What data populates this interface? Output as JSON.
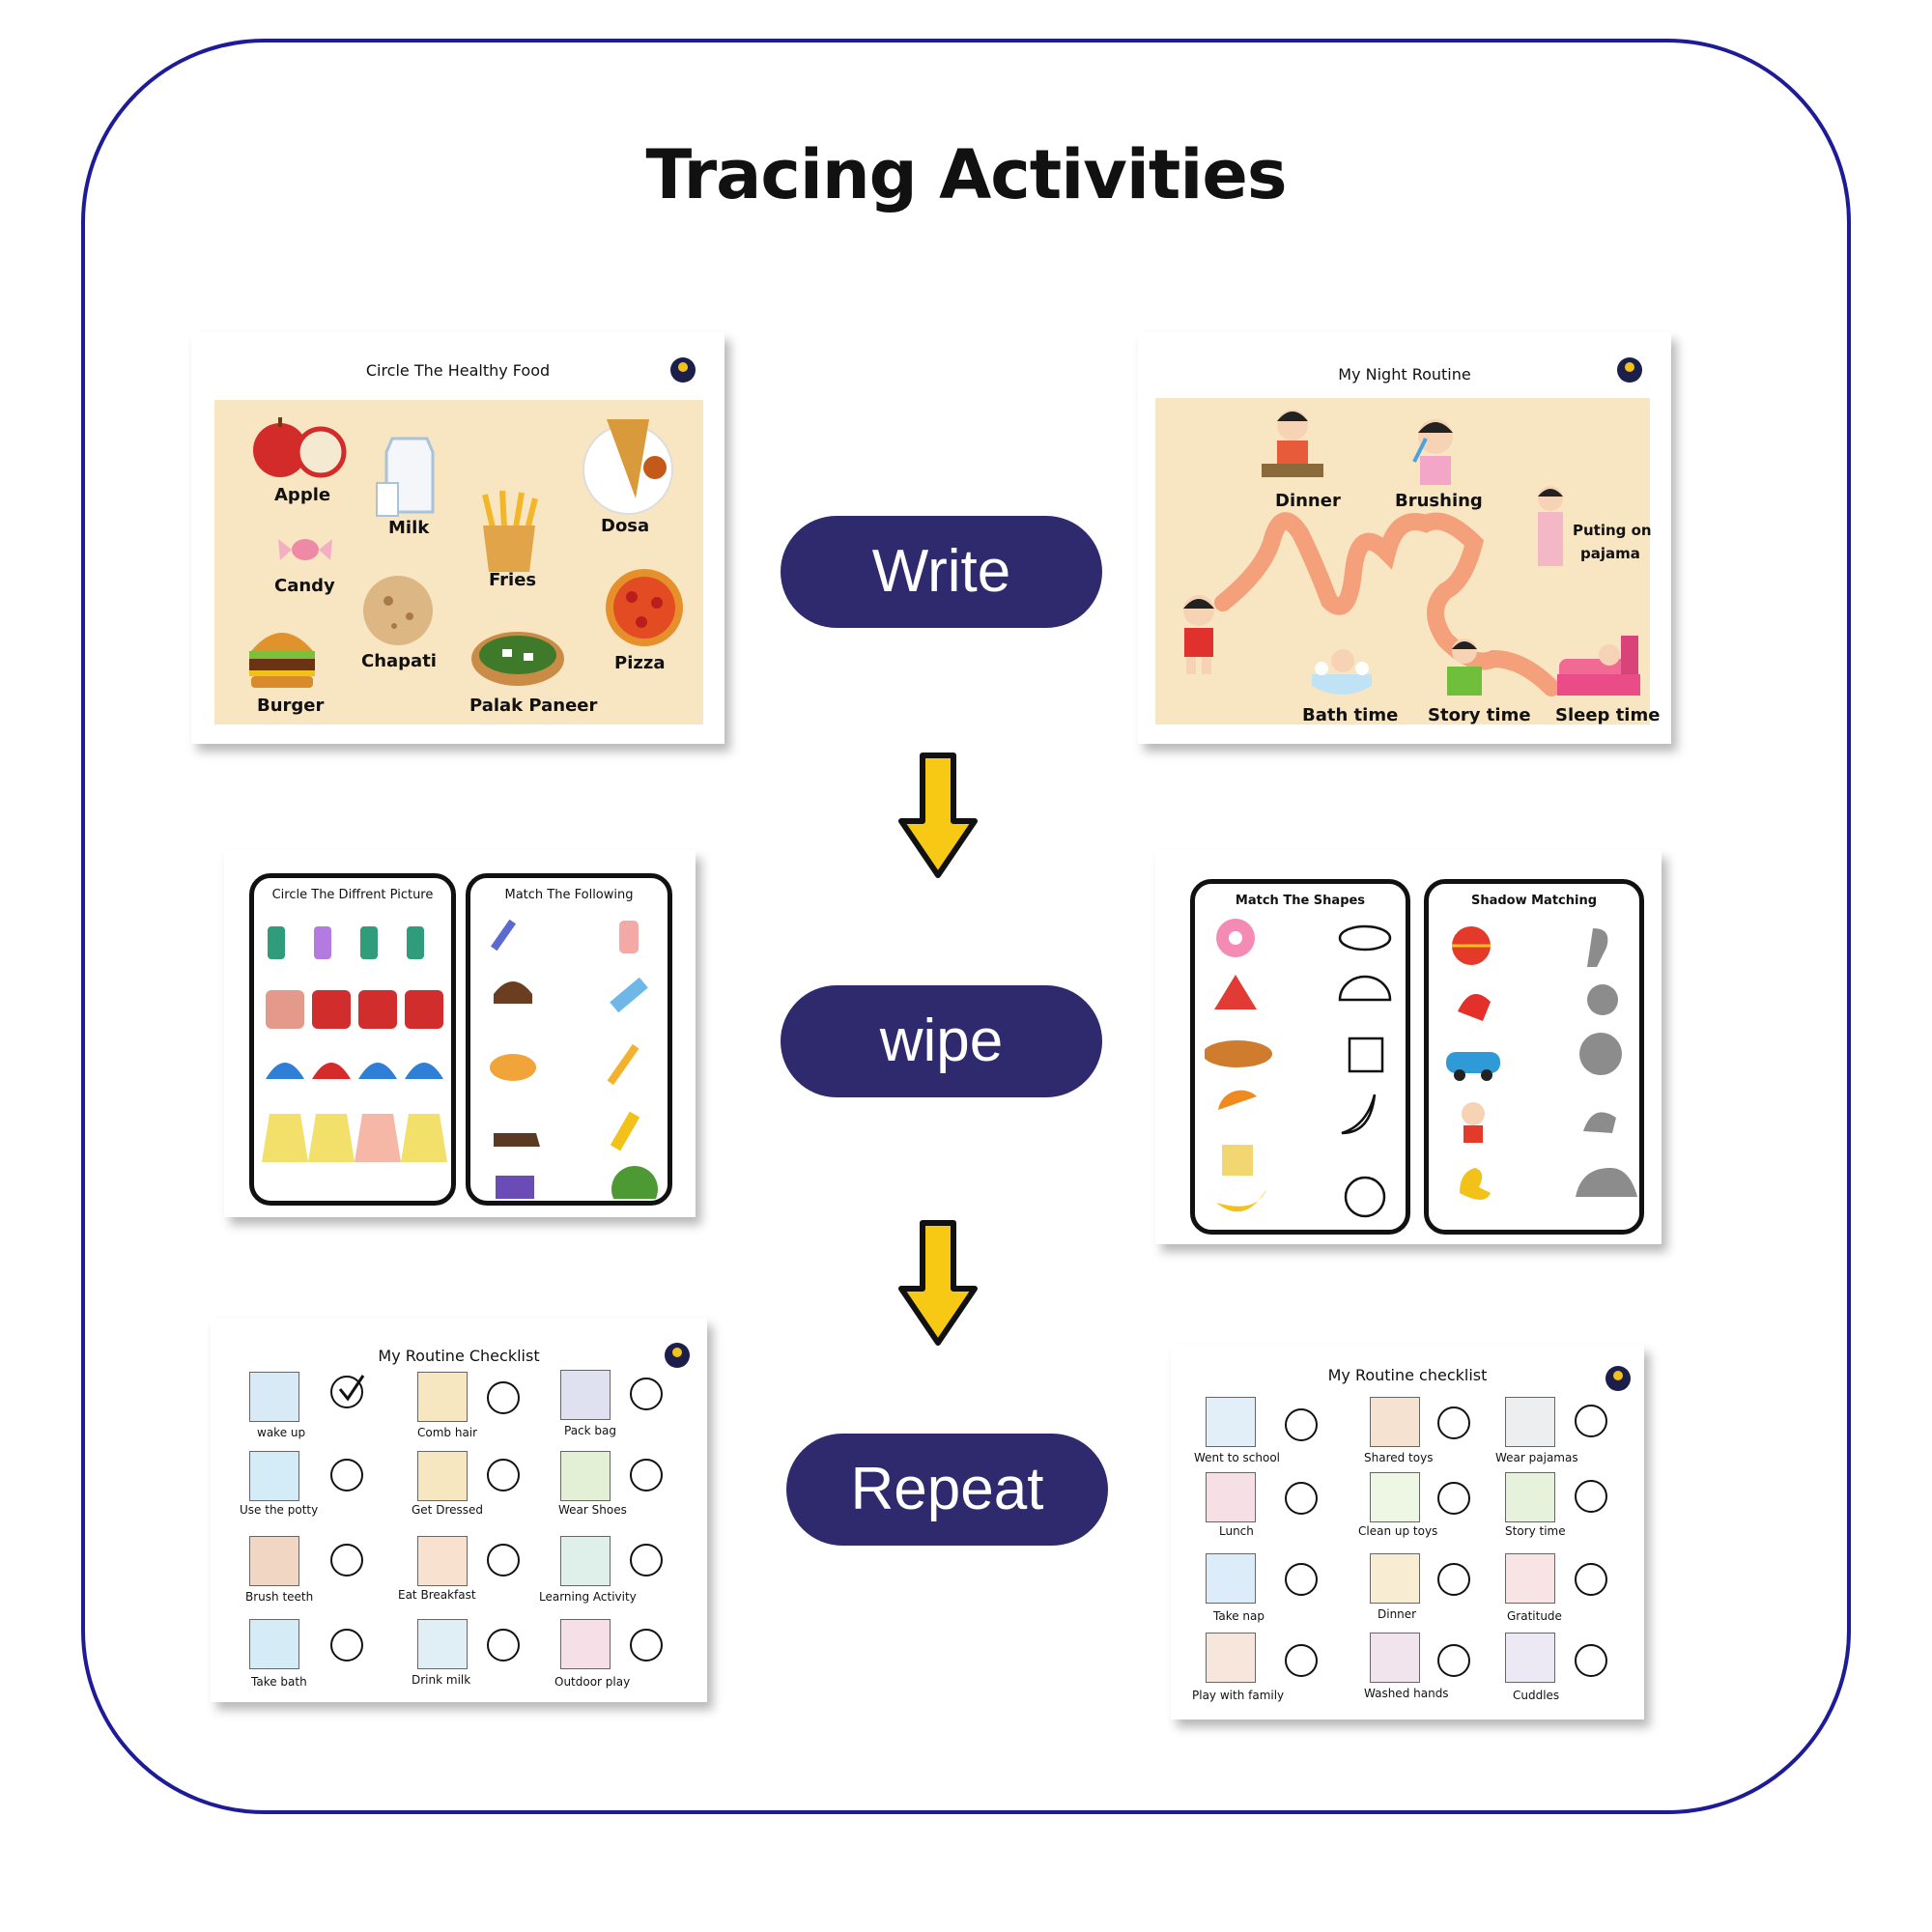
{
  "title": "Tracing Activities",
  "steps": [
    "Write",
    "wipe",
    "Repeat"
  ],
  "healthy_food": {
    "title": "Circle The Healthy Food",
    "items": [
      "Apple",
      "Milk",
      "Dosa",
      "Candy",
      "Fries",
      "Chapati",
      "Pizza",
      "Burger",
      "Palak Paneer"
    ]
  },
  "night_routine": {
    "title": "My Night Routine",
    "items": [
      "Dinner",
      "Brushing",
      "Puting on",
      "pajama",
      "Bath time",
      "Story time",
      "Sleep time"
    ]
  },
  "different_picture": {
    "title": "Circle The Diffrent Picture"
  },
  "match_following": {
    "title": "Match The Following"
  },
  "match_shapes": {
    "title": "Match The  Shapes"
  },
  "shadow_matching": {
    "title": "Shadow Matching"
  },
  "checklist1": {
    "title": "My Routine Checklist",
    "items": [
      "wake up",
      "Comb hair",
      "Pack bag",
      "Use the potty",
      "Get Dressed",
      "Wear Shoes",
      "Brush teeth",
      "Eat Breakfast",
      "Learning Activity",
      "Take bath",
      "Drink milk",
      "Outdoor play"
    ]
  },
  "checklist2": {
    "title": "My Routine checklist",
    "items": [
      "Went to school",
      "Shared toys",
      "Wear pajamas",
      "Lunch",
      "Clean up toys",
      "Story time",
      "Take nap",
      "Dinner",
      "Gratitude",
      "Play with family",
      "Washed hands",
      "Cuddles"
    ]
  },
  "colors": {
    "frame": "#1e1b99",
    "pill": "#2e2a6d",
    "arrow": "#f7c915",
    "beige": "#f8e5c2"
  }
}
